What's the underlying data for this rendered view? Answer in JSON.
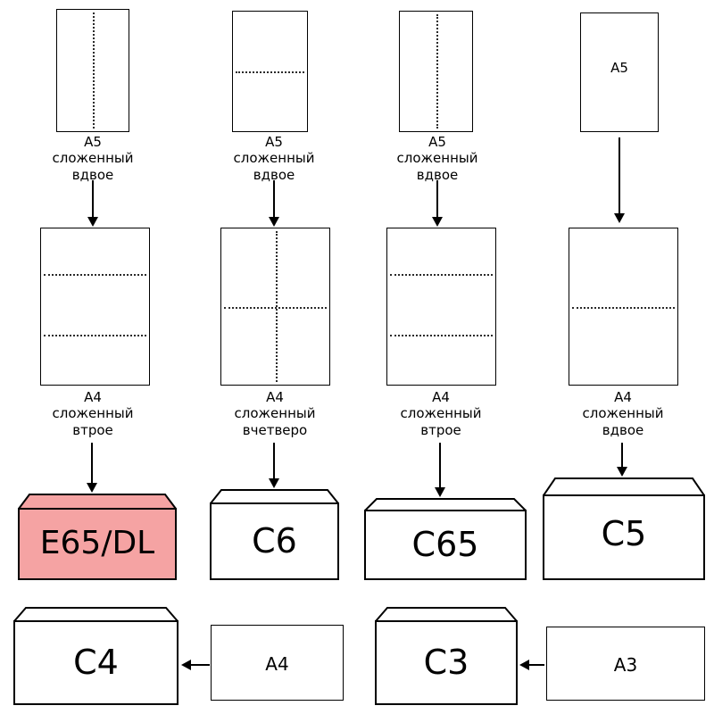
{
  "columns": [
    {
      "top_sheet_label": "A5\nсложенный\nвдвое",
      "top_sheet_fold": "vertical-half",
      "mid_sheet_label": "A4\nсложенный\nвтрое",
      "mid_sheet_fold": "horizontal-thirds",
      "envelope_label": "E65/DL",
      "envelope_highlight": true
    },
    {
      "top_sheet_label": "A5\nсложенный\nвдвое",
      "top_sheet_fold": "horizontal-half",
      "mid_sheet_label": "A4\nсложенный\nвчетверо",
      "mid_sheet_fold": "cross-quarters",
      "envelope_label": "C6",
      "envelope_highlight": false
    },
    {
      "top_sheet_label": "A5\nсложенный\nвдвое",
      "top_sheet_fold": "vertical-half",
      "mid_sheet_label": "A4\nсложенный\nвтрое",
      "mid_sheet_fold": "horizontal-thirds",
      "envelope_label": "C65",
      "envelope_highlight": false
    },
    {
      "top_sheet_inner_label": "A5",
      "top_sheet_fold": "none",
      "mid_sheet_label": "A4\nсложенный\nвдвое",
      "mid_sheet_fold": "horizontal-half",
      "envelope_label": "C5",
      "envelope_highlight": false
    }
  ],
  "bottom_row": [
    {
      "envelope_label": "C4",
      "sheet_label": "A4"
    },
    {
      "envelope_label": "C3",
      "sheet_label": "A3"
    }
  ],
  "colors": {
    "highlight_envelope": "#f5a3a3",
    "outline": "#000000"
  }
}
